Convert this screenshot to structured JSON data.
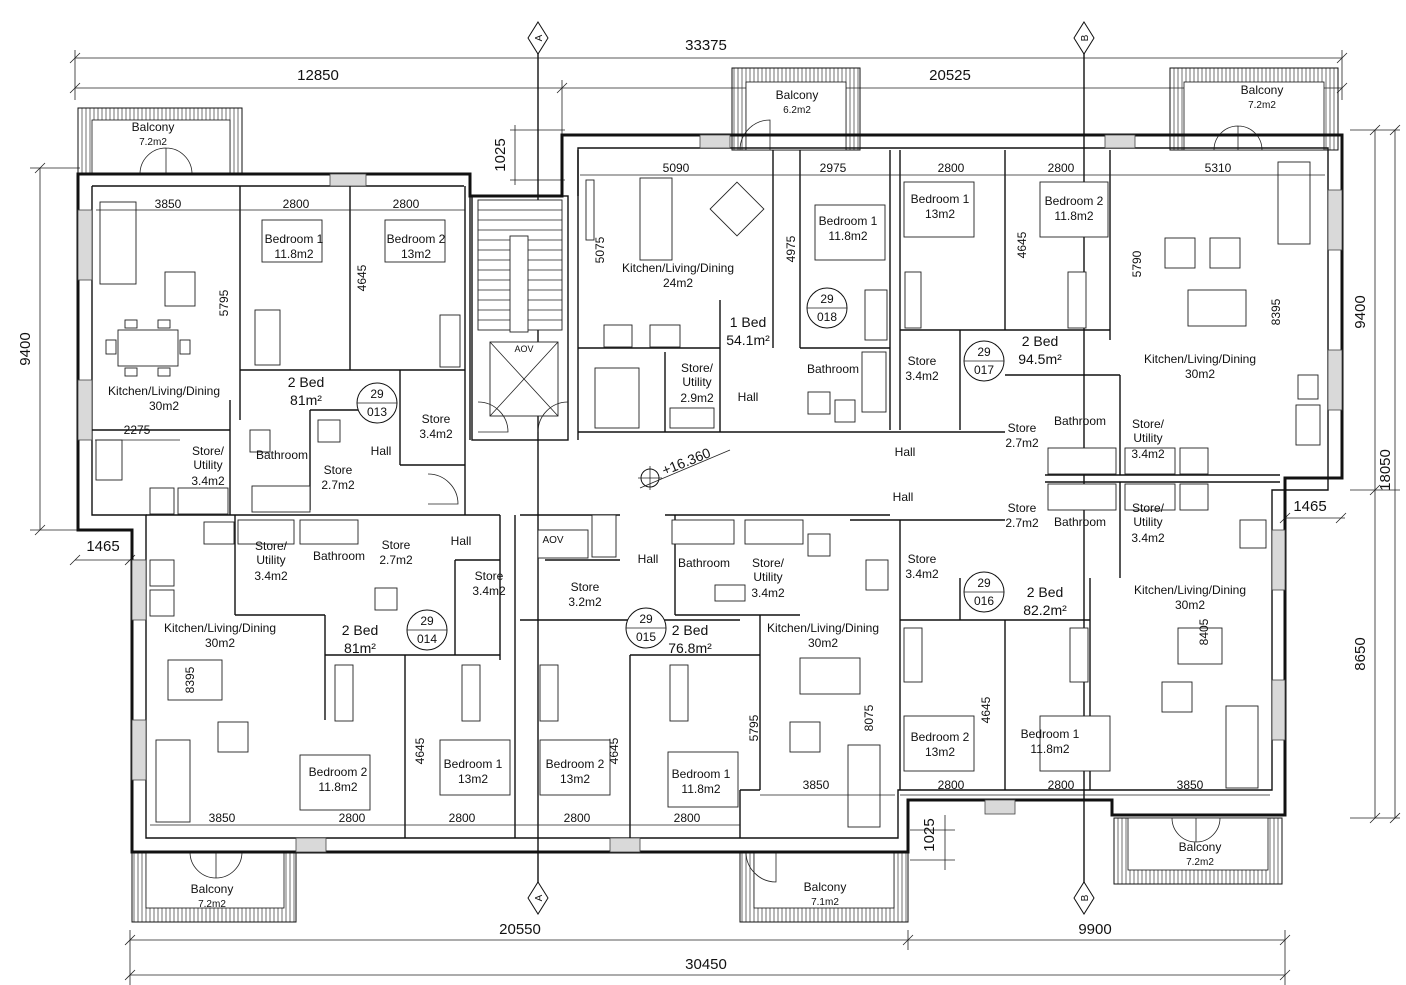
{
  "dimensions": {
    "top_total": "33375",
    "top_left": "12850",
    "top_right": "20525",
    "bottom_total": "30450",
    "bottom_left": "20550",
    "bottom_right": "9900",
    "left_height": "9400",
    "left_offset": "1465",
    "right_upper": "9400",
    "right_lower": "8650",
    "right_total": "18050",
    "right_offset": "1465",
    "core_top": "1025",
    "core_bottom": "1025"
  },
  "axes": [
    "A",
    "B"
  ],
  "level": "+16.360",
  "units": [
    {
      "number": "29",
      "code": "013",
      "type": "2 Bed",
      "area": "81m²"
    },
    {
      "number": "29",
      "code": "014",
      "type": "2 Bed",
      "area": "81m²"
    },
    {
      "number": "29",
      "code": "015",
      "type": "2 Bed",
      "area": "76.8m²"
    },
    {
      "number": "29",
      "code": "016",
      "type": "2 Bed",
      "area": "82.2m²"
    },
    {
      "number": "29",
      "code": "017",
      "type": "2 Bed",
      "area": "94.5m²"
    },
    {
      "number": "29",
      "code": "018",
      "type": "1 Bed",
      "area": "54.1m²"
    }
  ],
  "rooms": {
    "r013_kitchen": {
      "name": "Kitchen/Living/Dining",
      "area": "30m2"
    },
    "r013_bed1": {
      "name": "Bedroom 1",
      "area": "11.8m2"
    },
    "r013_bed2": {
      "name": "Bedroom 2",
      "area": "13m2"
    },
    "r013_store": {
      "name": "Store",
      "area": "3.4m2"
    },
    "r013_store2": {
      "name": "Store",
      "area": "2.7m2"
    },
    "r013_utility": {
      "name": "Store/\nUtility",
      "area": "3.4m2"
    },
    "r014_kitchen": {
      "name": "Kitchen/Living/Dining",
      "area": "30m2"
    },
    "r014_bed1": {
      "name": "Bedroom 1",
      "area": "13m2"
    },
    "r014_bed2": {
      "name": "Bedroom 2",
      "area": "11.8m2"
    },
    "r014_store": {
      "name": "Store",
      "area": "2.7m2"
    },
    "r014_store2": {
      "name": "Store",
      "area": "3.4m2"
    },
    "r014_utility": {
      "name": "Store/\nUtility",
      "area": "3.4m2"
    },
    "r015_kitchen": {
      "name": "Kitchen/Living/Dining",
      "area": "30m2"
    },
    "r015_bed1": {
      "name": "Bedroom 1",
      "area": "11.8m2"
    },
    "r015_bed2": {
      "name": "Bedroom 2",
      "area": "13m2"
    },
    "r015_store": {
      "name": "Store",
      "area": "3.2m2"
    },
    "r015_utility": {
      "name": "Store/\nUtility",
      "area": "3.4m2"
    },
    "r016_kitchen": {
      "name": "Kitchen/Living/Dining",
      "area": "30m2"
    },
    "r016_bed1": {
      "name": "Bedroom 1",
      "area": "11.8m2"
    },
    "r016_bed2": {
      "name": "Bedroom 2",
      "area": "13m2"
    },
    "r016_store": {
      "name": "Store",
      "area": "3.4m2"
    },
    "r016_store2": {
      "name": "Store",
      "area": "2.7m2"
    },
    "r016_utility": {
      "name": "Store/\nUtility",
      "area": "3.4m2"
    },
    "r017_kitchen": {
      "name": "Kitchen/Living/Dining",
      "area": "30m2"
    },
    "r017_bed1": {
      "name": "Bedroom 1",
      "area": "13m2"
    },
    "r017_bed2": {
      "name": "Bedroom 2",
      "area": "11.8m2"
    },
    "r017_store": {
      "name": "Store",
      "area": "3.4m2"
    },
    "r017_store2": {
      "name": "Store",
      "area": "2.7m2"
    },
    "r017_utility": {
      "name": "Store/\nUtility",
      "area": "3.4m2"
    },
    "r018_kitchen": {
      "name": "Kitchen/Living/Dining",
      "area": "24m2"
    },
    "r018_bed1": {
      "name": "Bedroom 1",
      "area": "11.8m2"
    },
    "r018_utility": {
      "name": "Store/\nUtility",
      "area": "2.9m2"
    }
  },
  "labels": {
    "bathroom": "Bathroom",
    "hall": "Hall",
    "aov": "AOV",
    "balcony": "Balcony"
  },
  "balconies": [
    "7.2m2",
    "6.2m2",
    "7.2m2",
    "7.2m2",
    "7.1m2",
    "7.2m2"
  ],
  "room_dims": {
    "w3850": "3850",
    "w2800": "2800",
    "w5090": "5090",
    "w2975": "2975",
    "w5310": "5310",
    "h5795": "5795",
    "h4645": "4645",
    "h5075": "5075",
    "h4975": "4975",
    "h5790": "5790",
    "h8395": "8395",
    "h2275": "2275",
    "h8075": "8075",
    "h8405": "8405"
  }
}
